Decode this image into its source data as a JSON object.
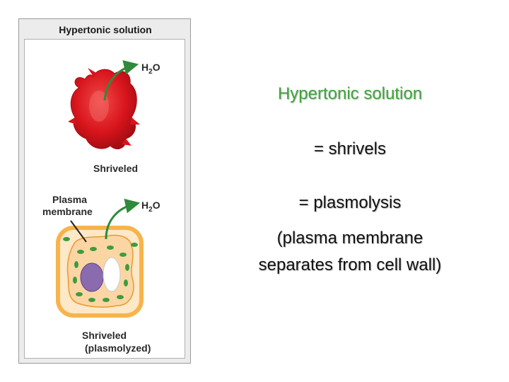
{
  "figure": {
    "title": "Hypertonic solution",
    "h2o_top": {
      "main": "H",
      "sub": "2",
      "tail": "O"
    },
    "h2o_bottom": {
      "main": "H",
      "sub": "2",
      "tail": "O"
    },
    "label_shriveled": "Shriveled",
    "label_plasma_line1": "Plasma",
    "label_plasma_line2": "membrane",
    "label_plasmolyzed_line1": "Shriveled",
    "label_plasmolyzed_line2": "(plasmolyzed)"
  },
  "slide": {
    "heading": "Hypertonic solution",
    "line1": "= shrivels",
    "line2": "= plasmolysis",
    "line3a": "(plasma membrane",
    "line3b": "separates from cell wall)"
  },
  "colors": {
    "heading_green": "#3fa63a",
    "red_cell": "#d8141c",
    "cell_wall": "#f6b44a",
    "cytoplasm": "#fbd6a4",
    "nucleus": "#8a6bb0",
    "vacuole": "#ffffff",
    "chloroplast": "#3f9b3c",
    "arrow": "#2f8a3c"
  }
}
